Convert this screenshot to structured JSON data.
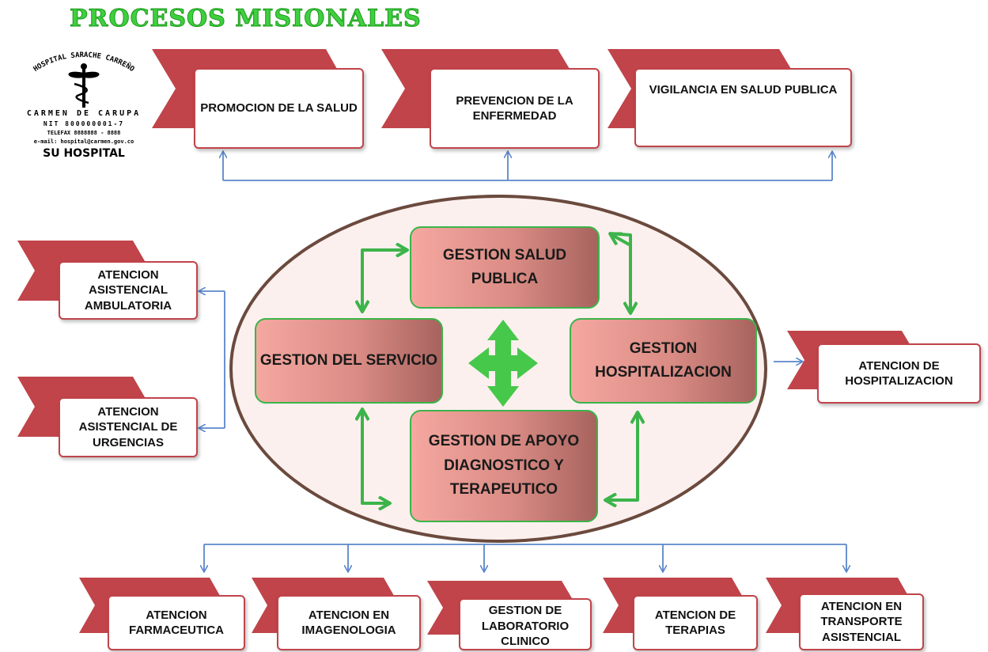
{
  "title": "PROCESOS MISIONALES",
  "colors": {
    "title": "#3fcf3f",
    "ribbon": "#c0444a",
    "green_arrow": "#3cb44a",
    "blue_line": "#5b86c9",
    "ellipse_fill": "#fbf0ee",
    "ellipse_border": "#6b4a3e"
  },
  "logo": {
    "arc_text": "HOSPITAL SARACHE CARREÑO",
    "line1": "CARMEN DE CARUPA",
    "line2": "NIT 800000001-7",
    "line3": "TELEFAX 8888888 - 8888",
    "line4": "e-mail: hospital@carmen.gov.co",
    "tagline": "SU HOSPITAL",
    "icon": "caduceus-icon"
  },
  "top_processes": [
    "PROMOCION DE LA SALUD",
    "PREVENCION DE LA ENFERMEDAD",
    "VIGILANCIA EN SALUD PUBLICA"
  ],
  "left_processes": [
    "ATENCION ASISTENCIAL AMBULATORIA",
    "ATENCION ASISTENCIAL DE URGENCIAS"
  ],
  "right_process": "ATENCION DE HOSPITALIZACION",
  "bottom_processes": [
    "ATENCION FARMACEUTICA",
    "ATENCION EN IMAGENOLOGIA",
    "GESTION DE LABORATORIO CLINICO",
    "ATENCION DE TERAPIAS",
    "ATENCION EN TRANSPORTE ASISTENCIAL"
  ],
  "core": {
    "top": "GESTION SALUD PUBLICA",
    "left": "GESTION DEL SERVICIO",
    "right": "GESTION HOSPITALIZACION",
    "bottom": "GESTION DE APOYO DIAGNOSTICO Y TERAPEUTICO",
    "center_icon": "four-way-arrow-icon"
  }
}
